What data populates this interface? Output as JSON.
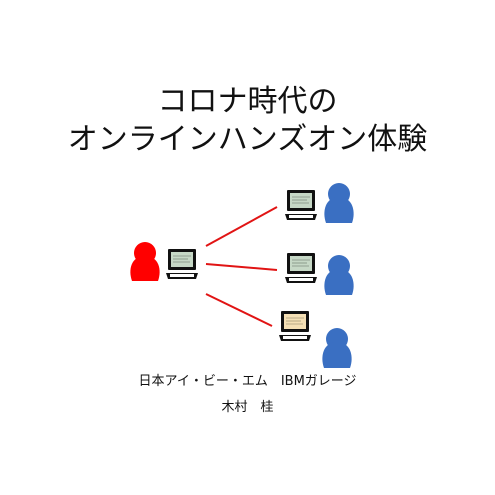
{
  "cover": {
    "title_line1": "コロナ時代の",
    "title_line2": "オンラインハンズオン体験",
    "organization": "日本アイ・ビー・エム　IBMガレージ",
    "author": "木村　桂"
  },
  "colors": {
    "presenter": "#ff0000",
    "participant": "#3a6fc2",
    "connection": "#e11414",
    "screen_default": "#dcefdc",
    "screen_highlight": "#f4dfb4"
  },
  "illustration": {
    "presenter_icon": "person-icon",
    "participant_icon": "person-icon",
    "device_icon": "laptop-icon",
    "participants": 3
  }
}
